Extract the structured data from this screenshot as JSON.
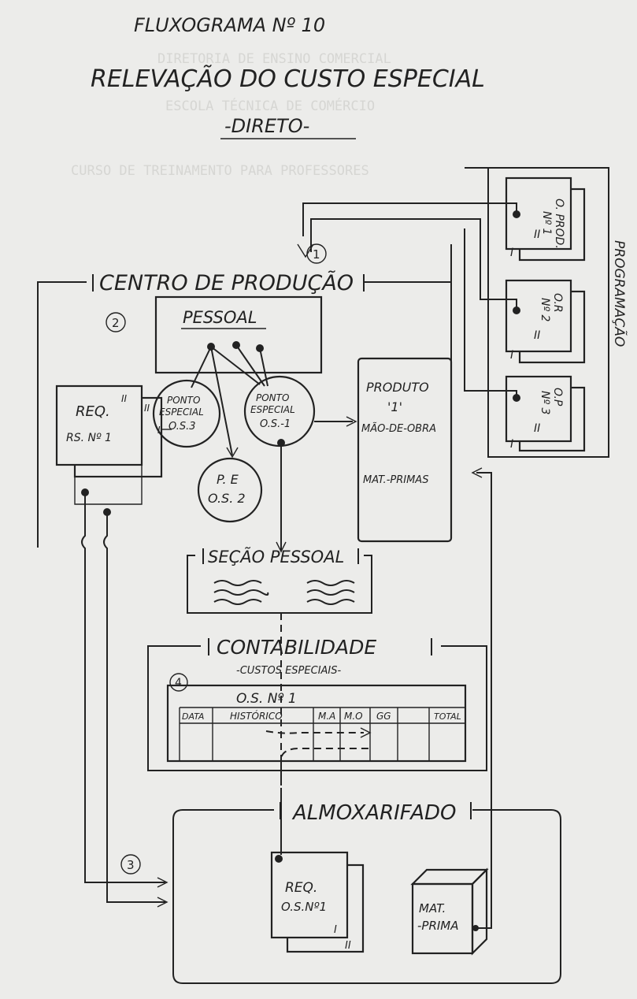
{
  "title": {
    "line1": "FLUXOGRAMA Nº 10",
    "line2": "RELEVAÇÃO DO CUSTO ESPECIAL",
    "line3": "-DIRETO-"
  },
  "markers": {
    "m1": "①",
    "m2": "②",
    "m3": "③",
    "m4": "④"
  },
  "centro_producao": {
    "label": "CENTRO DE PRODUÇÃO",
    "pessoal": "PESSOAL",
    "ponto_especial_3": [
      "PONTO",
      "ESPECIAL",
      "O.S.3"
    ],
    "ponto_especial_1": [
      "PONTO",
      "ESPECIAL",
      "O.S.-1"
    ],
    "pe_2": [
      "P. E",
      "O.S. 2"
    ],
    "produto": [
      "PRODUTO",
      "'1'",
      "MÃO-DE-OBRA",
      "MAT.-PRIMAS"
    ],
    "req": [
      "REQ.",
      "RS. Nº 1"
    ],
    "req_copy_ii": "II",
    "req_copy_i": "I",
    "req_copy_ii_side": "II"
  },
  "programacao": {
    "label": "PROGRAMAÇÃO",
    "orders": [
      {
        "line1": "O. PROD.",
        "line2": "Nº 1",
        "copy_a": "II",
        "copy_b": "I"
      },
      {
        "line1": "O.R",
        "line2": "Nº 2",
        "copy_a": "II",
        "copy_b": "I"
      },
      {
        "line1": "O.P",
        "line2": "Nº 3",
        "copy_a": "II",
        "copy_b": "I"
      }
    ]
  },
  "secao_pessoal": {
    "label": "SEÇÃO PESSOAL"
  },
  "contabilidade": {
    "label": "CONTABILIDADE",
    "sub": "-CUSTOS ESPECIAIS-",
    "table_title": "O.S. Nº 1",
    "columns": [
      "DATA",
      "HISTÓRICO",
      "M.A",
      "M.O",
      "GG",
      "TOTAL"
    ]
  },
  "almoxarifado": {
    "label": "ALMOXARIFADO",
    "req": [
      "REQ.",
      "O.S.Nº1"
    ],
    "req_copy_i": "I",
    "req_copy_ii": "II",
    "mat_prima": [
      "MAT.",
      "-PRIMA"
    ]
  },
  "background_text": [
    "DIRETORIA DE ENSINO COMERCIAL",
    "ESCOLA TÉCNICA DE COMÉRCIO",
    "CURSO DE TREINAMENTO PARA PROFESSORES"
  ]
}
